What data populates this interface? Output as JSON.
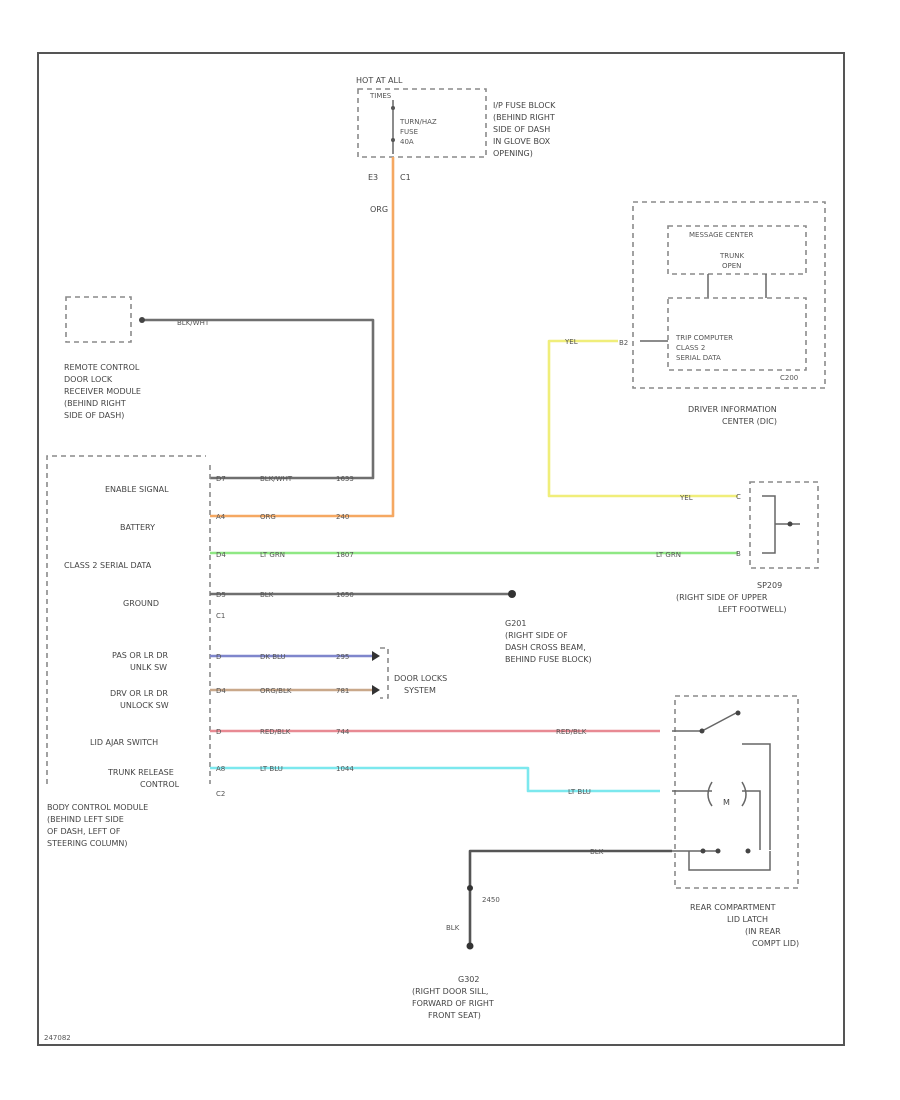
{
  "colors": {
    "orange": "#f5a862",
    "gray": "#6f6f6f",
    "green": "#8fe884",
    "yellow": "#f0ee7a",
    "blue": "#7f86cc",
    "tan": "#c9a88a",
    "red": "#e88a93",
    "cyan": "#7ce8ee",
    "black": "#555555"
  },
  "fuse_block": {
    "hot_label": "HOT AT ALL",
    "times_label": "TIMES",
    "fuse_label_1": "TURN/HAZ",
    "fuse_label_2": "FUSE",
    "fuse_label_3": "40A",
    "desc": [
      "I/P FUSE BLOCK",
      "(BEHIND RIGHT",
      "SIDE OF DASH",
      "IN GLOVE BOX",
      "OPENING)"
    ],
    "pin_e3": "E3",
    "pin_c1": "C1",
    "wire_color": "ORG"
  },
  "remote_module": {
    "wire_label": "BLK/WHT",
    "desc": [
      "REMOTE CONTROL",
      "DOOR LOCK",
      "RECEIVER MODULE",
      "(BEHIND RIGHT",
      "SIDE OF DASH)"
    ]
  },
  "dic": {
    "message_center": "MESSAGE CENTER",
    "trunk_open_1": "TRUNK",
    "trunk_open_2": "OPEN",
    "trip_computer_1": "TRIP COMPUTER",
    "trip_computer_2": "CLASS 2",
    "trip_computer_3": "SERIAL DATA",
    "connector": "C200",
    "pin": "B2",
    "desc": [
      "DRIVER INFORMATION",
      "CENTER (DIC)"
    ],
    "wire_color": "YEL"
  },
  "bcm": {
    "rows": [
      {
        "label": "ENABLE SIGNAL",
        "pin": "D7",
        "color_label": "BLK/WHT",
        "circuit": "1633"
      },
      {
        "label": "BATTERY",
        "pin": "A4",
        "color_label": "ORG",
        "circuit": "240"
      },
      {
        "label": "CLASS 2 SERIAL DATA",
        "pin": "D4",
        "color_label": "LT GRN",
        "circuit": "1807"
      },
      {
        "label": "GROUND",
        "pin": "D5",
        "color_label": "BLK",
        "circuit": "1650"
      },
      {
        "label": "PAS OR LR DR",
        "label2": "UNLK SW",
        "pin": "D",
        "color_label": "DK BLU",
        "circuit": "295"
      },
      {
        "label": "DRV OR LR DR",
        "label2": "UNLOCK SW",
        "pin": "D4",
        "color_label": "ORG/BLK",
        "circuit": "781"
      },
      {
        "label": "LID AJAR SWITCH",
        "pin": "D",
        "color_label": "RED/BLK",
        "circuit": "744"
      },
      {
        "label": "TRUNK RELEASE",
        "label2": "CONTROL",
        "pin": "A8",
        "color_label": "LT BLU",
        "circuit": "1044"
      }
    ],
    "connector_c1": "C1",
    "connector_c2": "C2",
    "desc": [
      "BODY CONTROL MODULE",
      "(BEHIND LEFT SIDE",
      "OF DASH, LEFT OF",
      "STEERING COLUMN)"
    ]
  },
  "splice": {
    "desc": [
      "SP209",
      "(RIGHT SIDE OF UPPER",
      "LEFT FOOTWELL)"
    ],
    "yel_label": "YEL",
    "grn_label": "LT GRN"
  },
  "ground_g201": {
    "desc": [
      "G201",
      "(RIGHT SIDE OF",
      "DASH CROSS BEAM,",
      "BEHIND FUSE BLOCK)"
    ]
  },
  "door_locks": {
    "desc": [
      "DOOR LOCKS",
      "SYSTEM"
    ]
  },
  "rear_latch": {
    "wire_red": "RED/BLK",
    "wire_blu": "LT BLU",
    "wire_blk": "BLK",
    "motor": "M",
    "desc": [
      "REAR COMPARTMENT",
      "LID LATCH",
      "(IN REAR",
      "COMPT LID)"
    ]
  },
  "ground_g302": {
    "wire": "BLK",
    "circuit": "2450",
    "desc": [
      "G302",
      "(RIGHT DOOR SILL,",
      "FORWARD OF RIGHT",
      "FRONT SEAT)"
    ]
  },
  "footer_code": "247082"
}
